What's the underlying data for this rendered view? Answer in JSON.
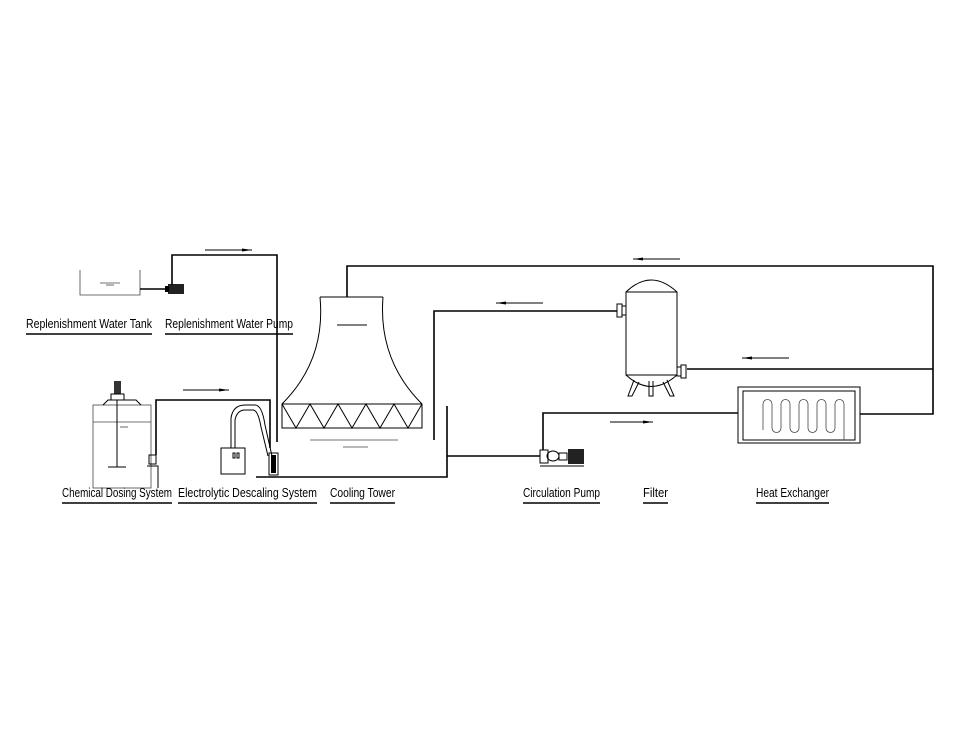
{
  "labels": {
    "replenishment_tank": "Replenishment Water Tank",
    "replenishment_pump": "Replenishment Water Pump",
    "chemical_dosing": "Chemical Dosing System",
    "electrolytic_descaling": "Electrolytic Descaling System",
    "cooling_tower": "Cooling Tower",
    "circulation_pump": "Circulation Pump",
    "filter": "Filter",
    "heat_exchanger": "Heat Exchanger"
  },
  "colors": {
    "line": "#000000",
    "background": "#ffffff"
  }
}
